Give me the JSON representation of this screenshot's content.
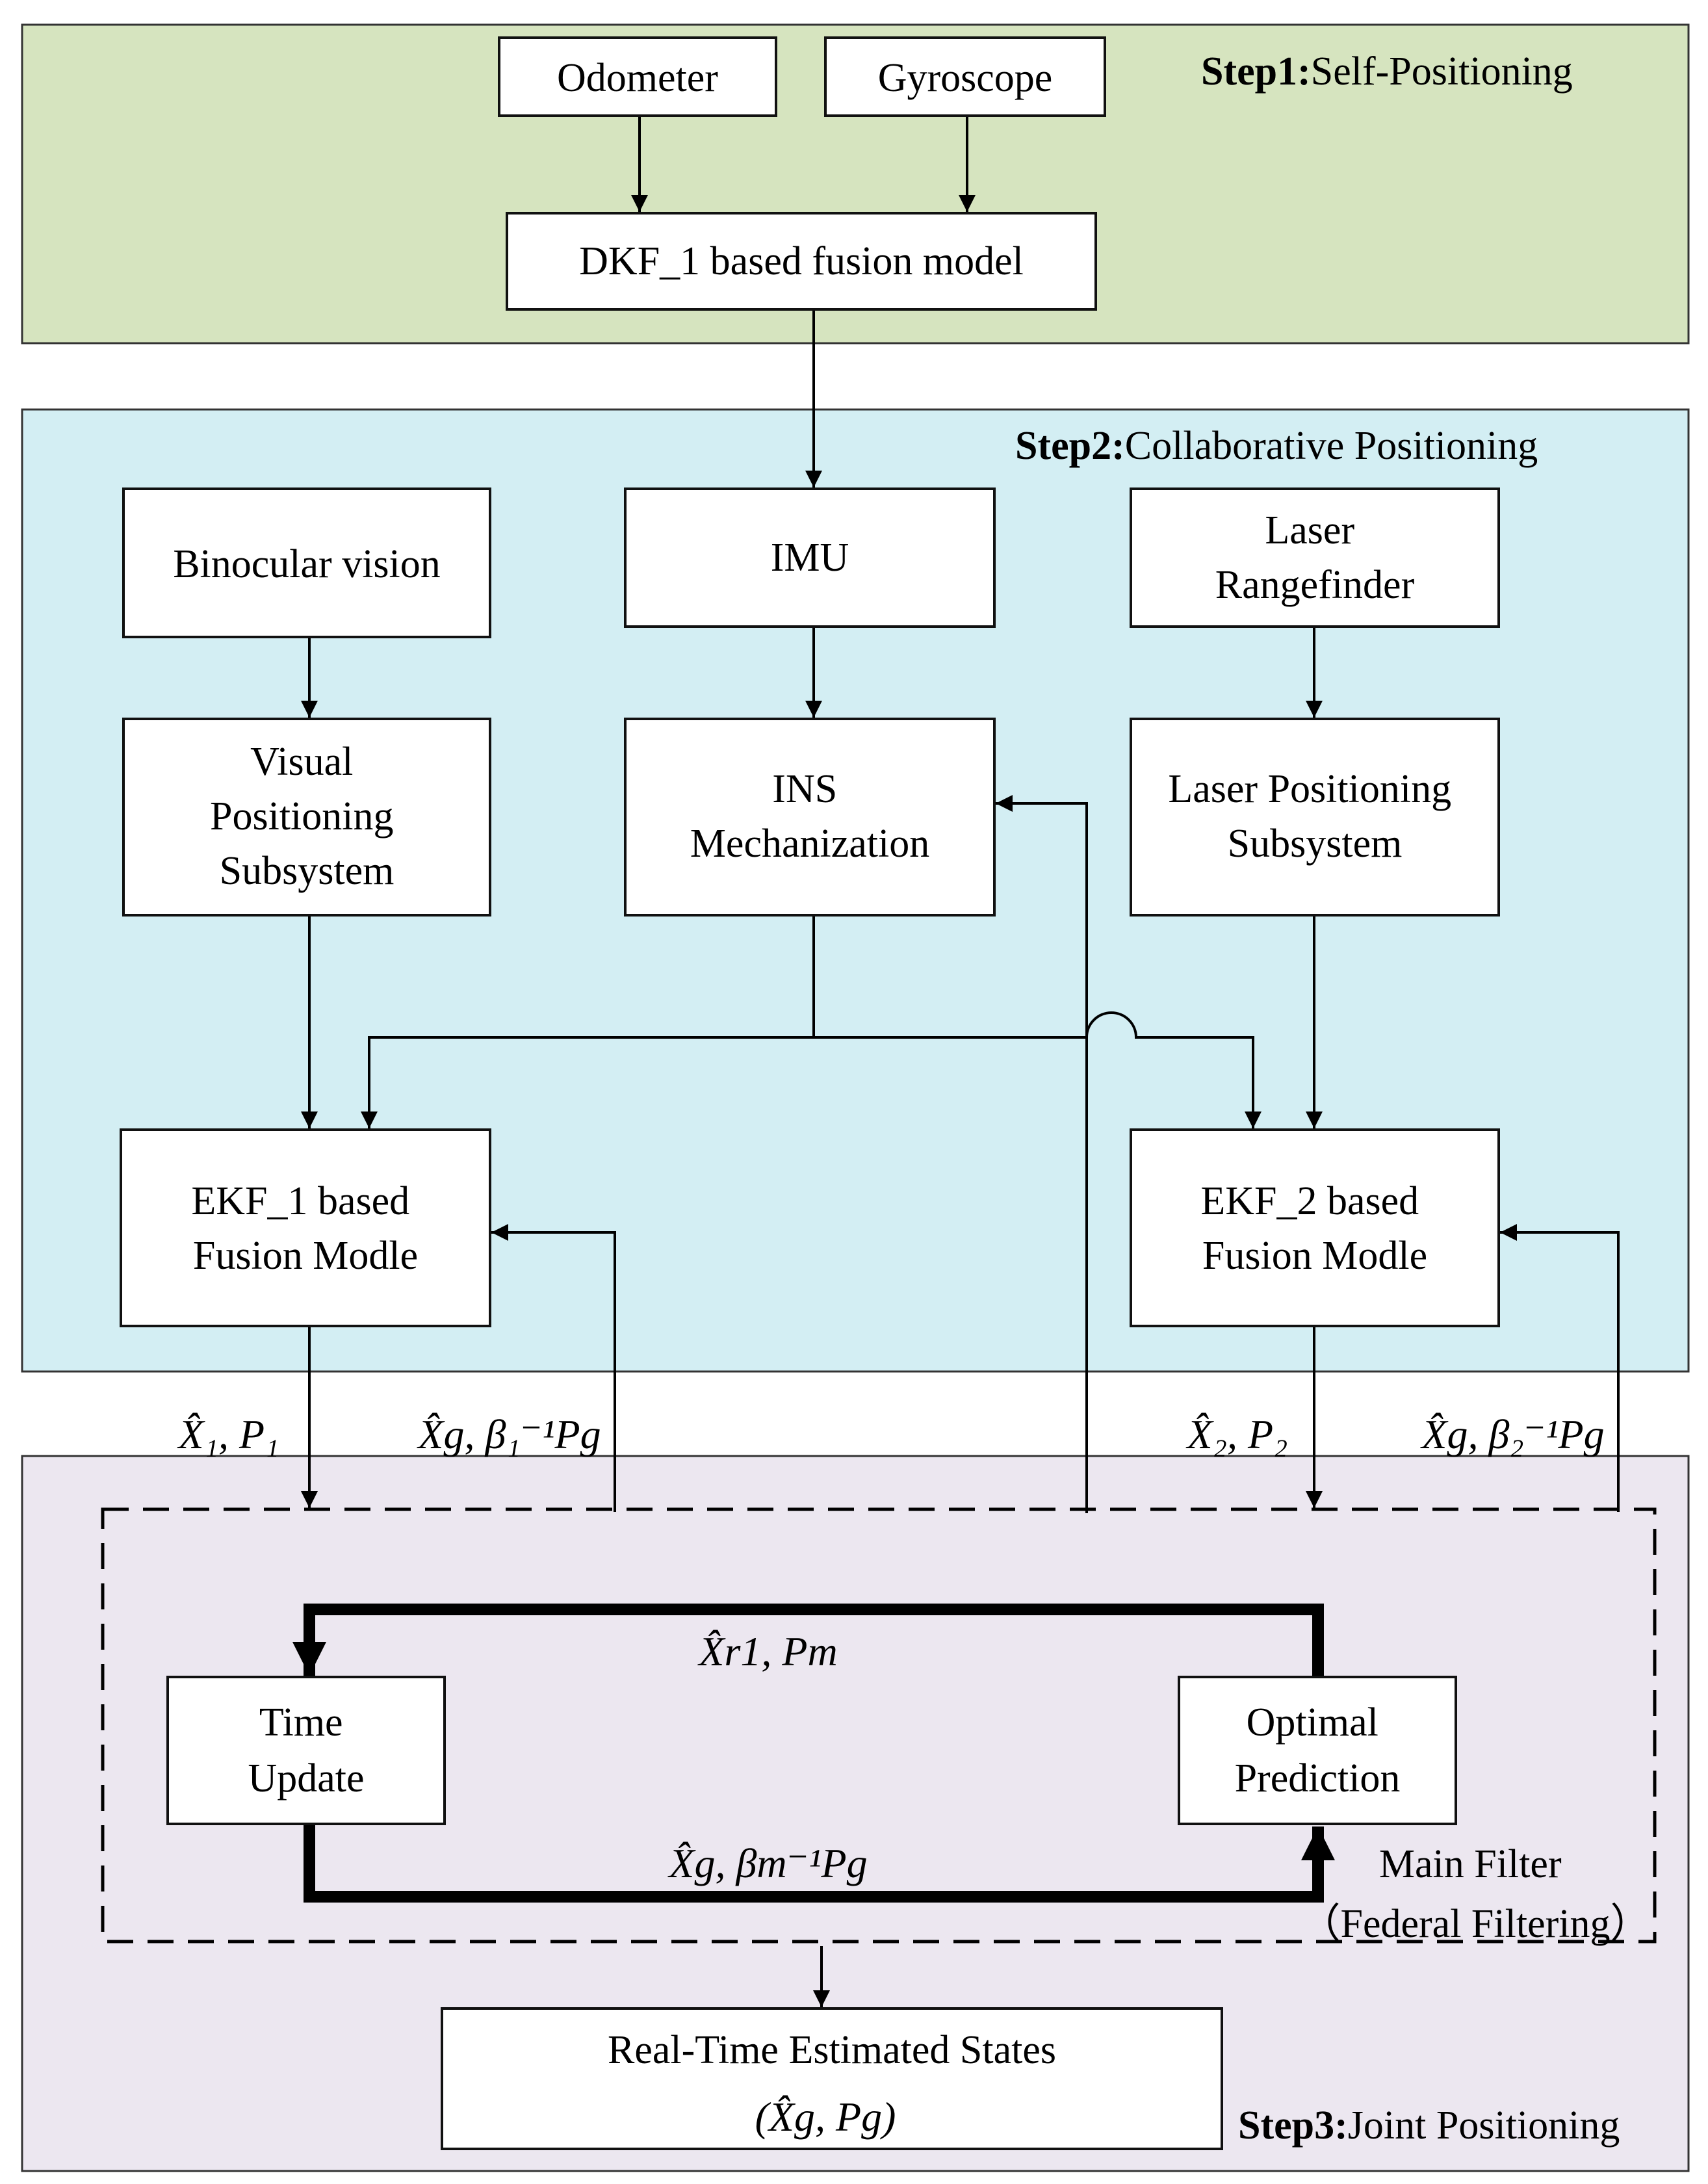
{
  "steps": {
    "step1": {
      "bold": "Step1:",
      "rest": "Self-Positioning",
      "color": "#d6e4bf"
    },
    "step2": {
      "bold": "Step2:",
      "rest": "Collaborative Positioning",
      "color": "#d3eef3"
    },
    "step3": {
      "bold": "Step3:",
      "rest": "Joint Positioning",
      "color": "#ece7f0"
    }
  },
  "nodes": {
    "odometer": [
      "Odometer"
    ],
    "gyroscope": [
      "Gyroscope"
    ],
    "dkf1": [
      "DKF_1 based fusion model"
    ],
    "binocular": [
      "Binocular vision"
    ],
    "imu": [
      "IMU"
    ],
    "laser_rf": [
      "Laser",
      "Rangefinder"
    ],
    "visual_sub": [
      "Visual",
      "Positioning",
      "Subsystem"
    ],
    "ins": [
      "INS",
      "Mechanization"
    ],
    "laser_sub": [
      "Laser Positioning",
      "Subsystem"
    ],
    "ekf1": [
      "EKF_1 based",
      "Fusion Modle"
    ],
    "ekf2": [
      "EKF_2 based",
      "Fusion Modle"
    ],
    "time_update": [
      "Time",
      "Update"
    ],
    "optimal": [
      "Optimal",
      "Prediction"
    ],
    "realtime": [
      "Real-Time Estimated States"
    ]
  },
  "main_filter": [
    "Main Filter",
    "（Federal Filtering）"
  ],
  "edge_labels": {
    "ekf1_out": "X̂₁, P₁",
    "ekf1_in": "X̂g, β₁⁻¹Pg",
    "ekf2_out": "X̂₂, P₂",
    "ekf2_in": "X̂g, β₂⁻¹Pg",
    "loop_top": "X̂r1, Pm",
    "loop_bottom": "X̂g, βm⁻¹Pg",
    "realtime_state": "(X̂g, Pg)"
  }
}
